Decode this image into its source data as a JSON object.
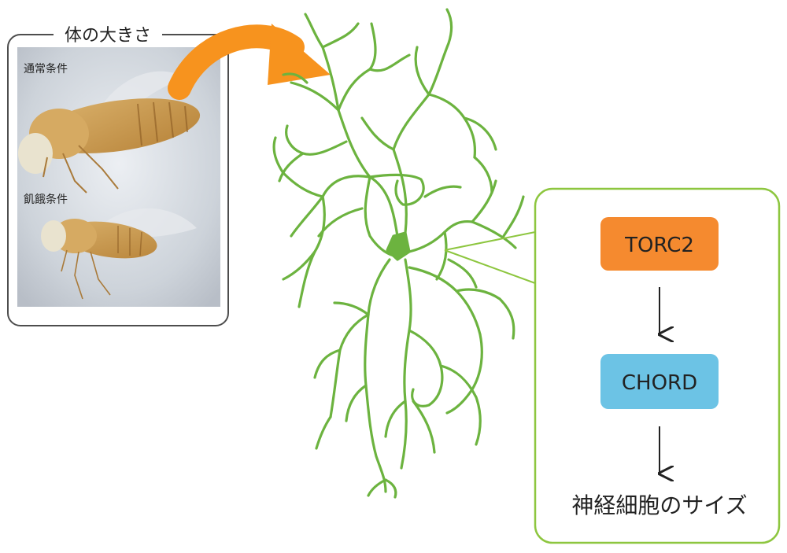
{
  "left_panel": {
    "title": "体の大きさ",
    "normal_label": "通常条件",
    "starved_label": "飢餓条件"
  },
  "pathway": {
    "box1": "TORC2",
    "box2": "CHORD",
    "result": "神経細胞のサイズ"
  },
  "colors": {
    "neuron": "#6cb33f",
    "arrow_orange": "#f7931e",
    "torc2_fill": "#f58a2f",
    "chord_fill": "#6cc3e5",
    "callout_border": "#8dc63f",
    "panel_border": "#4d4d4d"
  }
}
